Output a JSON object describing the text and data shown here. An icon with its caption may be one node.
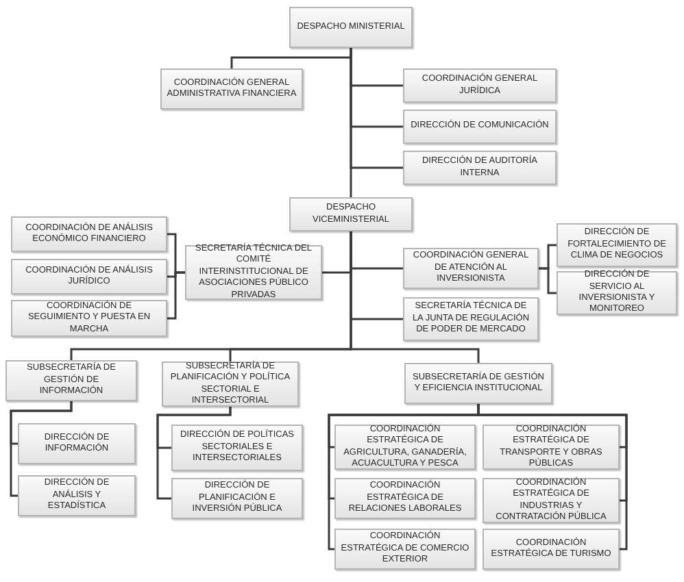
{
  "diagram": {
    "nodes": [
      {
        "text": [
          "DESPACHO MINISTERIAL"
        ]
      },
      {
        "text": [
          "COORDINACIÓN GENERAL ADMINISTRATIVA FINANCIERA"
        ]
      },
      {
        "text": [
          "COORDINACIÓN GENERAL JURÍDICA"
        ]
      },
      {
        "text": [
          "DIRECCIÓN DE COMUNICACIÓN"
        ]
      },
      {
        "text": [
          "DIRECCIÓN DE AUDITORÍA INTERNA"
        ]
      },
      {
        "text": [
          "DESPACHO VICEMINISTERIAL"
        ]
      },
      {
        "text": [
          "COORDINACIÓN DE ANÁLISIS ECONÓMICO FINANCIERO"
        ]
      },
      {
        "text": [
          "COORDINACIÓN DE ANÁLISIS JURÍDICO"
        ]
      },
      {
        "text": [
          "COORDINACIÓN DE SEGUIMIENTO Y PUESTA EN MARCHA"
        ]
      },
      {
        "text": [
          "SECRETARÍA TÉCNICA DEL COMITÉ INTERINSTITUCIONAL DE ASOCIACIONES PÚBLICO PRIVADAS"
        ]
      },
      {
        "text": [
          "COORDINACIÓN GENERAL DE ATENCIÓN AL INVERSIONISTA"
        ]
      },
      {
        "text": [
          "SECRETARÍA TÉCNICA DE LA JUNTA DE REGULACIÓN DE PODER DE MERCADO"
        ]
      },
      {
        "text": [
          "DIRECCIÓN DE FORTALECIMIENTO DE CLIMA DE NEGOCIOS"
        ]
      },
      {
        "text": [
          "DIRECCIÓN DE SERVICIO AL INVERSIONISTA Y MONITOREO"
        ]
      },
      {
        "text": [
          "SUBSECRETARÍA DE GESTIÓN DE INFORMACIÓN"
        ]
      },
      {
        "text": [
          "SUBSECRETARÍA DE PLANIFICACIÓN Y POLÍTICA SECTORIAL E INTERSECTORIAL"
        ]
      },
      {
        "text": [
          "SUBSECRETARÍA DE GESTIÓN Y EFICIENCIA INSTITUCIONAL"
        ]
      },
      {
        "text": [
          "DIRECCIÓN DE INFORMACIÓN"
        ]
      },
      {
        "text": [
          "DIRECCIÓN DE ANÁLISIS Y ESTADÍSTICA"
        ]
      },
      {
        "text": [
          "DIRECCIÓN DE POLÍTICAS SECTORIALES E INTERSECTORIALES"
        ]
      },
      {
        "text": [
          "DIRECCIÓN DE PLANIFICACIÓN E INVERSIÓN PÚBLICA"
        ]
      },
      {
        "text": [
          "COORDINACIÓN ESTRATÉGICA DE AGRICULTURA, GANADERÍA, ACUACULTURA Y PESCA"
        ]
      },
      {
        "text": [
          "COORDINACIÓN ESTRATÉGICA DE TRANSPORTE Y OBRAS PÚBLICAS"
        ]
      },
      {
        "text": [
          "COORDINACIÓN ESTRATÉGICA DE RELACIONES LABORALES"
        ]
      },
      {
        "text": [
          "COORDINACIÓN ESTRATÉGICA DE INDUSTRIAS Y CONTRATACIÓN PÚBLICA"
        ]
      },
      {
        "text": [
          "COORDINACIÓN ESTRATÉGICA DE COMERCIO EXTERIOR"
        ]
      },
      {
        "text": [
          "COORDINACIÓN ESTRATÉGICA DE TURISMO"
        ]
      }
    ],
    "edges": [
      {
        "from": 0,
        "to": 1,
        "arrow": "none"
      },
      {
        "from": 0,
        "to": 2,
        "arrow": "none"
      },
      {
        "from": 0,
        "to": 3,
        "arrow": "none"
      },
      {
        "from": 0,
        "to": 4,
        "arrow": "none"
      },
      {
        "from": 0,
        "to": 5,
        "arrow": "none"
      },
      {
        "from": 5,
        "to": 9,
        "arrow": "none"
      },
      {
        "from": 5,
        "to": 10,
        "arrow": "none"
      },
      {
        "from": 5,
        "to": 11,
        "arrow": "none"
      },
      {
        "from": 5,
        "to": 14,
        "arrow": "none"
      },
      {
        "from": 5,
        "to": 15,
        "arrow": "none"
      },
      {
        "from": 5,
        "to": 16,
        "arrow": "none"
      },
      {
        "from": 9,
        "to": 6,
        "arrow": "none"
      },
      {
        "from": 9,
        "to": 7,
        "arrow": "none"
      },
      {
        "from": 9,
        "to": 8,
        "arrow": "none"
      },
      {
        "from": 10,
        "to": 12,
        "arrow": "none"
      },
      {
        "from": 10,
        "to": 13,
        "arrow": "none"
      },
      {
        "from": 14,
        "to": 17,
        "arrow": "none"
      },
      {
        "from": 14,
        "to": 18,
        "arrow": "none"
      },
      {
        "from": 15,
        "to": 19,
        "arrow": "none"
      },
      {
        "from": 15,
        "to": 20,
        "arrow": "none"
      },
      {
        "from": 16,
        "to": 21,
        "arrow": "none"
      },
      {
        "from": 16,
        "to": 23,
        "arrow": "none"
      },
      {
        "from": 16,
        "to": 25,
        "arrow": "none"
      },
      {
        "from": 16,
        "to": 22,
        "arrow": "none"
      },
      {
        "from": 16,
        "to": 24,
        "arrow": "none"
      },
      {
        "from": 16,
        "to": 26,
        "arrow": "none"
      }
    ]
  }
}
